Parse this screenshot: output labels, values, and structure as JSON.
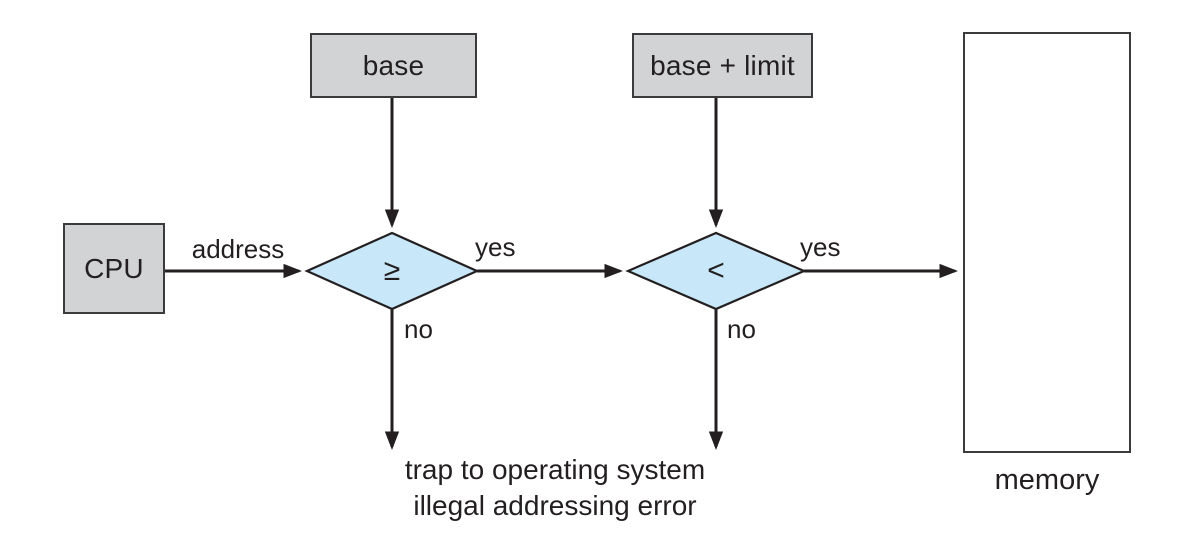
{
  "diagram": {
    "nodes": {
      "cpu": {
        "label": "CPU"
      },
      "base_register": {
        "label": "base"
      },
      "base_plus_limit_register": {
        "label": "base + limit"
      },
      "memory": {
        "label": "memory"
      },
      "compare_base": {
        "symbol": "≥"
      },
      "compare_limit": {
        "symbol": "<"
      }
    },
    "edges": {
      "address": "address",
      "yes_to_second_check": "yes",
      "yes_to_memory": "yes",
      "no_first_check": "no",
      "no_second_check": "no"
    },
    "trap": {
      "line1": "trap to operating system",
      "line2": "illegal addressing error"
    },
    "colors": {
      "box_fill": "#d1d3d4",
      "diamond_fill": "#c8e7f8",
      "line": "#231f20",
      "border": "#3b3b3d",
      "background": "#ffffff"
    }
  }
}
